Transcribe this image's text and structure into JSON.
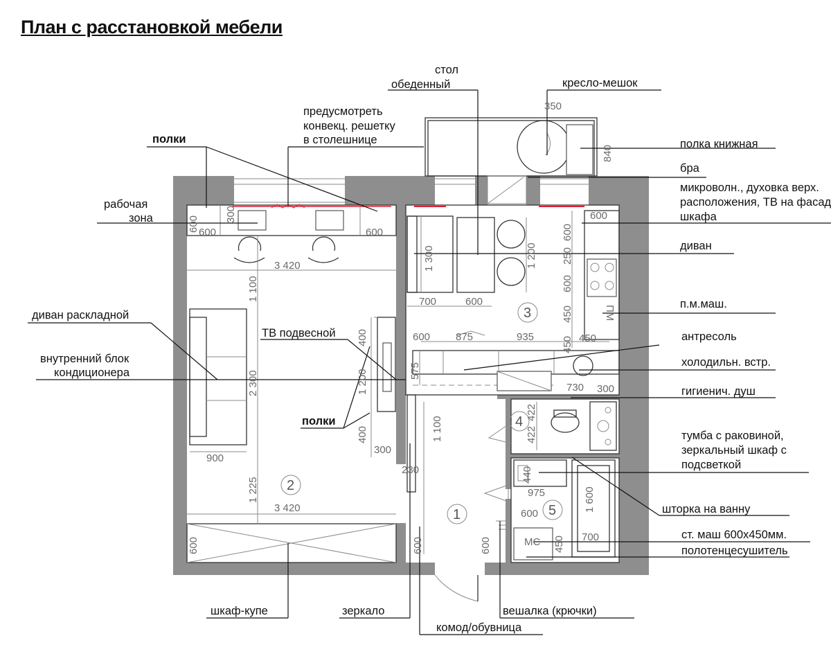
{
  "title": "План с расстановкой мебели",
  "labels": {
    "table_line1": "стол",
    "table_line2": "обеденный",
    "beanbag": "кресло-мешок",
    "radiator_line1": "предусмотреть",
    "radiator_line2": "конвекц. решетку",
    "radiator_line3": "в столешнице",
    "shelves_top": "полки",
    "bookshelf": "полка книжная",
    "sconce": "бра",
    "microwave_line1": "микроволн., духовка верх.",
    "microwave_line2": "расположения, ТВ на фасаде",
    "microwave_line3": "шкафа",
    "workzone_line1": "рабочая",
    "workzone_line2": "зона",
    "sofa": "диван",
    "dishwasher": "п.м.маш.",
    "sofa_bed": "диван раскладной",
    "tv": "ТВ подвесной",
    "mezzanine": "антресоль",
    "ac_line1": "внутренний блок",
    "ac_line2": "кондиционера",
    "fridge": "холодильн. встр.",
    "shower": "гигиенич. душ",
    "shelves_mid": "полки",
    "vanity_line1": "тумба с раковиной,",
    "vanity_line2": "зеркальный шкаф с",
    "vanity_line3": "подсветкой",
    "curtain": "шторка на ванну",
    "washer": "ст. маш 600х450мм.",
    "towel": "полотенцесушитель",
    "wardrobe": "шкаф-купе",
    "mirror": "зеркало",
    "hanger": "вешалка (крючки)",
    "dresser": "комод/обувница"
  },
  "rooms": {
    "r1": "1",
    "r2": "2",
    "r3": "3",
    "r4": "4",
    "r5": "5"
  },
  "dims": {
    "d350": "350",
    "d840": "840",
    "d300_top": "300",
    "d600_wl": "600",
    "d600_wb": "600",
    "d600_wr": "600",
    "d3420_top": "3 420",
    "d1100": "1 100",
    "d1300": "1 300",
    "d1200_k": "1 200",
    "d700_k": "700",
    "d600_k": "600",
    "d600_kr1": "600",
    "d250": "250",
    "d600_kr2": "600",
    "d450_kr": "450",
    "d600_kc": "600",
    "d875": "875",
    "d935": "935",
    "d450_kc": "450",
    "d450_v": "450",
    "d575": "575",
    "d730": "730",
    "d300_kr": "300",
    "d400_a": "400",
    "d1200_l": "1 200",
    "d400_b": "400",
    "d2300": "2 300",
    "d900": "900",
    "d300_l": "300",
    "d1100_c": "1 100",
    "d230": "230",
    "d1225": "1 225",
    "d3420_bot": "3 420",
    "d600_wa": "600",
    "d600_c": "600",
    "d600_h": "600",
    "d422_a": "422",
    "d422_b": "422",
    "d440": "440",
    "d975": "975",
    "d600_b": "600",
    "d1600": "1 600",
    "d450_b": "450",
    "d700_b": "700",
    "d600_top_r": "600"
  },
  "symbols": {
    "dishwasher": "ПМ",
    "washer": "МС"
  }
}
